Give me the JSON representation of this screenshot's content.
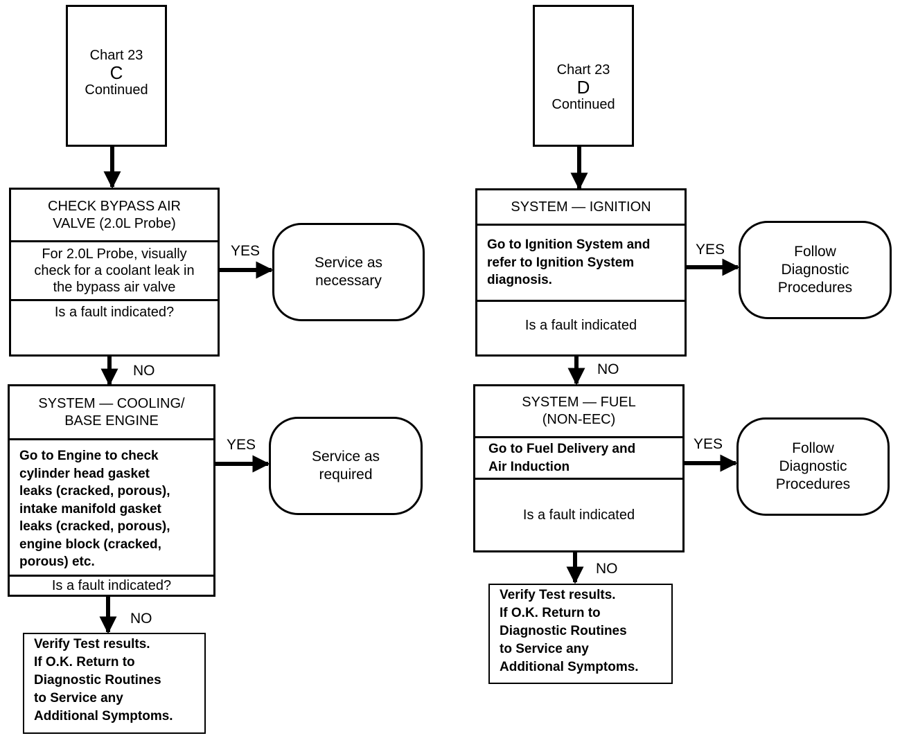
{
  "left": {
    "start": {
      "line1": "Chart 23",
      "letter": "C",
      "line3": "Continued"
    },
    "check_bypass": {
      "title": "CHECK BYPASS AIR\nVALVE (2.0L Probe)",
      "body": "For 2.0L Probe, visually\ncheck for a coolant leak in\nthe bypass air valve",
      "question": "Is a fault indicated?"
    },
    "yes1_label": "YES",
    "service1": "Service as\nnecessary",
    "no1_label": "NO",
    "cooling": {
      "title": "SYSTEM — COOLING/\nBASE ENGINE",
      "body": "Go to Engine to check\ncylinder head gasket\nleaks (cracked, porous),\nintake manifold gasket\nleaks (cracked, porous),\nengine block (cracked,\nporous) etc.",
      "question": "Is a fault indicated?"
    },
    "yes2_label": "YES",
    "service2": "Service as\nrequired",
    "no2_label": "NO",
    "verify": "Verify Test results.\nIf O.K. Return to\nDiagnostic Routines\nto Service any\nAdditional Symptoms."
  },
  "right": {
    "start": {
      "line1": "Chart 23",
      "letter": "D",
      "line3": "Continued"
    },
    "ignition": {
      "title": "SYSTEM — IGNITION",
      "body": "Go to Ignition System and\nrefer to Ignition System\ndiagnosis.",
      "question": "Is a fault indicated"
    },
    "yes1_label": "YES",
    "follow1": "Follow\nDiagnostic\nProcedures",
    "no1_label": "NO",
    "fuel": {
      "title": "SYSTEM — FUEL\n(NON-EEC)",
      "body": "Go to Fuel Delivery and\nAir Induction",
      "question": "Is a fault indicated"
    },
    "yes2_label": "YES",
    "follow2": "Follow\nDiagnostic\nProcedures",
    "no2_label": "NO",
    "verify": "Verify Test results.\nIf O.K. Return to\nDiagnostic Routines\nto Service any\nAdditional Symptoms."
  }
}
